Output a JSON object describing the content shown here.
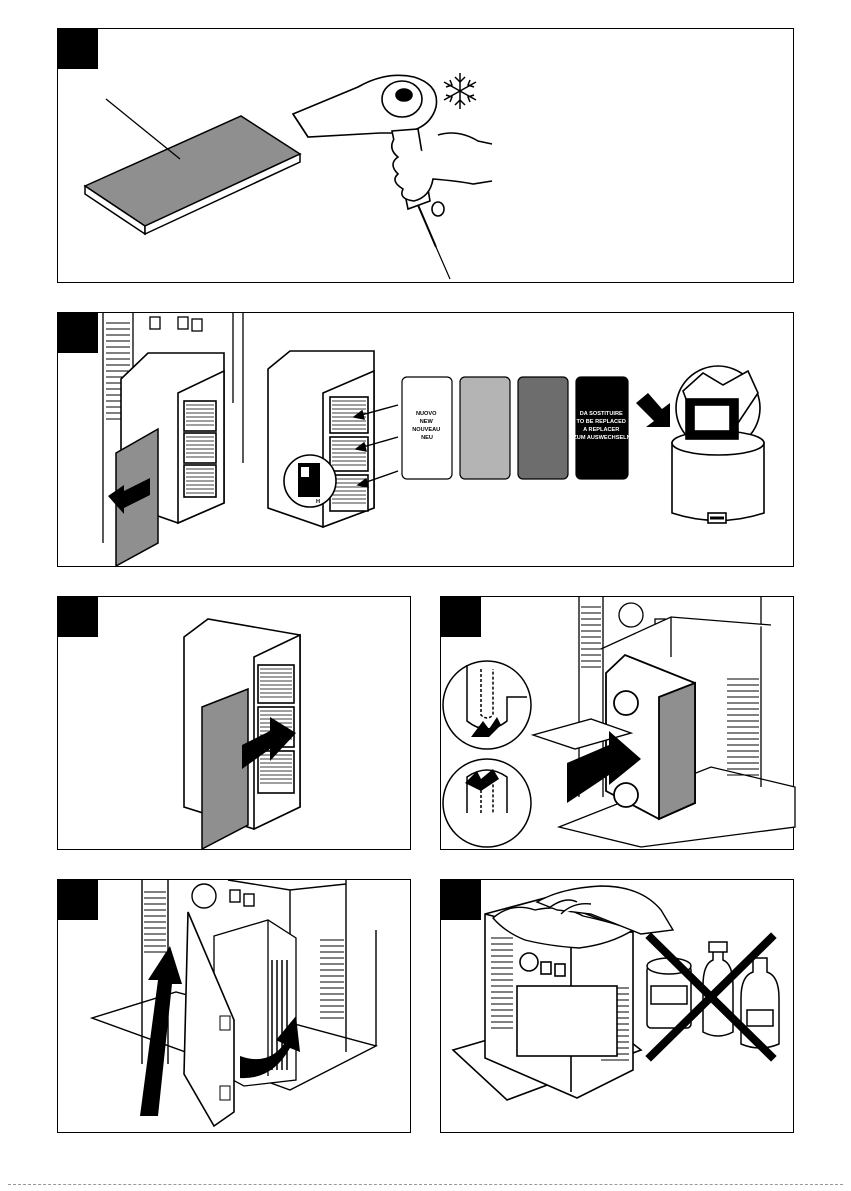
{
  "step_badges": {
    "step1": "",
    "step2": "",
    "step3": "",
    "step4": "",
    "step5": "",
    "step6": ""
  },
  "filter_cards": {
    "new": [
      "NUOVO",
      "NEW",
      "NOUVEAU",
      "NEU"
    ],
    "replace": [
      "DA SOSTITUIRE",
      "TO BE REPLACED",
      "A REPLACER",
      "ZUM AUSWECHSELN"
    ]
  },
  "filter_label": "H",
  "colors": {
    "prefilter": "#8f8f8f",
    "card_light": "#b4b4b4",
    "card_medium": "#6d6d6d",
    "card_dark": "#000000",
    "ink": "#000000"
  },
  "icons": [
    "hair-dryer-icon",
    "snowflake-icon",
    "arrow-icon",
    "trash-bin-icon",
    "cross-out-icon",
    "cloth-icon",
    "spray-bottle-icon"
  ]
}
